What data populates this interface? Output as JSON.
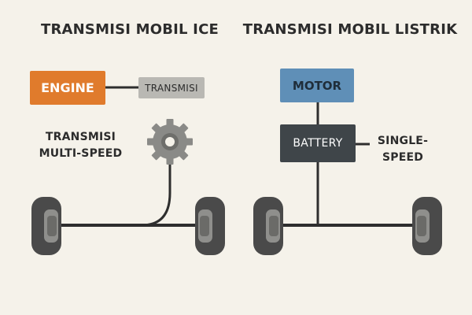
{
  "ice": {
    "title": "TRANSMISI MOBIL ICE",
    "engine_label": "ENGINE",
    "transmission_label": "TRANSMISI",
    "side_label_line1": "TRANSMISI",
    "side_label_line2": "MULTI-SPEED"
  },
  "ev": {
    "title": "TRANSMISI MOBIL LISTRIK",
    "motor_label": "MOTOR",
    "battery_label": "BATTERY",
    "side_label_line1": "SINGLE-",
    "side_label_line2": "SPEED"
  },
  "colors": {
    "background": "#f5f2ea",
    "engine": "#e07b2c",
    "transmission": "#b9b8b3",
    "motor": "#5f8fb7",
    "battery": "#3f4549",
    "gear": "#8a8a87",
    "tire": "#4a4a4a",
    "line": "#2e2e2e"
  }
}
